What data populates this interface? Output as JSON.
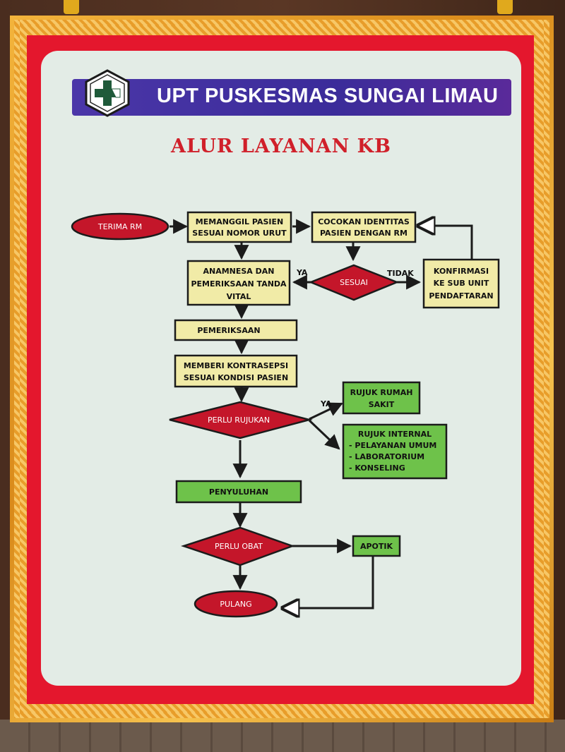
{
  "header": {
    "institution": "UPT PUSKESMAS SUNGAI LIMAU",
    "title": "ALUR LAYANAN KB"
  },
  "colors": {
    "banner": "#3b2c9a",
    "title": "#d0202a",
    "process_box": "#f1eba7",
    "terminal": "#c4162a",
    "decision": "#c4162a",
    "referral_box": "#6ec24a"
  },
  "icons": {
    "logo": "plus-in-hexagon-logo"
  },
  "flow": {
    "terima_rm": "TERIMA RM",
    "memanggil": [
      "MEMANGGIL PASIEN",
      "SESUAI NOMOR URUT"
    ],
    "cocokan": [
      "COCOKAN IDENTITAS",
      "PASIEN DENGAN RM"
    ],
    "konfirmasi": [
      "KONFIRMASI",
      "KE SUB UNIT",
      "PENDAFTARAN"
    ],
    "sesuai": "SESUAI",
    "ya_sesuai": "YA",
    "tidak_sesuai": "TIDAK",
    "anamnesa": [
      "ANAMNESA DAN",
      "PEMERIKSAAN TANDA",
      "VITAL"
    ],
    "pemeriksaan": "PEMERIKSAAN",
    "kontrasepsi": [
      "MEMBERI KONTRASEPSI",
      "SESUAI KONDISI PASIEN"
    ],
    "perlu_rujukan": "PERLU RUJUKAN",
    "ya_rujukan": "YA",
    "rujuk_rs": [
      "RUJUK RUMAH",
      "SAKIT"
    ],
    "rujuk_internal": [
      "RUJUK INTERNAL",
      "- PELAYANAN UMUM",
      "- LABORATORIUM",
      "- KONSELING"
    ],
    "penyuluhan": "PENYULUHAN",
    "perlu_obat": "PERLU OBAT",
    "apotik": "APOTIK",
    "pulang": "PULANG"
  }
}
